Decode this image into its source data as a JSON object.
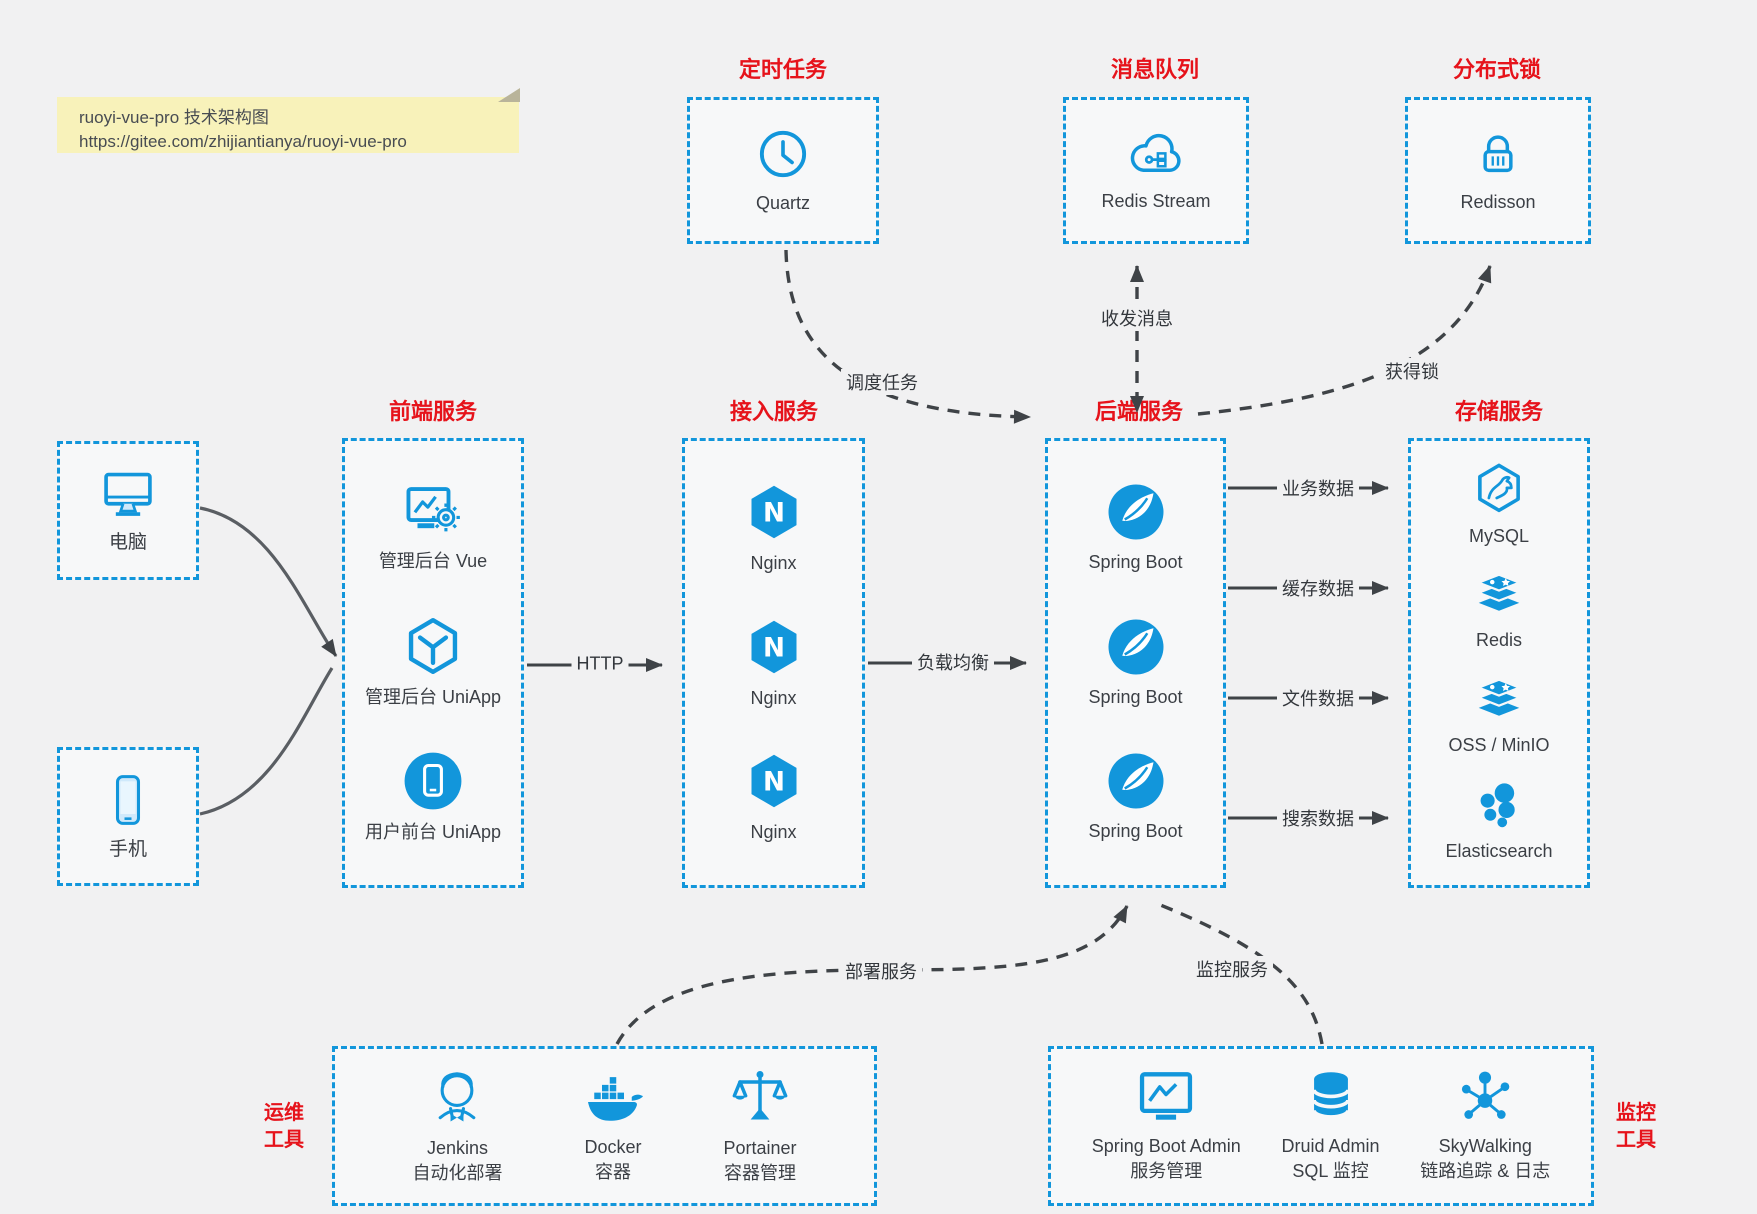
{
  "note": {
    "line1": "ruoyi-vue-pro 技术架构图",
    "line2": "https://gitee.com/zhijiantianya/ruoyi-vue-pro"
  },
  "colors": {
    "accent_blue": "#1296db",
    "title_red": "#e6131b",
    "arrow_gray": "#3f4347",
    "note_yellow": "#f8f2ba"
  },
  "top_services": [
    {
      "title": "定时任务",
      "item": {
        "icon": "clock-icon",
        "label": "Quartz"
      }
    },
    {
      "title": "消息队列",
      "item": {
        "icon": "cloud-stream-icon",
        "label": "Redis Stream"
      }
    },
    {
      "title": "分布式锁",
      "item": {
        "icon": "lock-icon",
        "label": "Redisson"
      }
    }
  ],
  "clients": [
    {
      "icon": "desktop-icon",
      "label": "电脑"
    },
    {
      "icon": "smartphone-icon",
      "label": "手机"
    }
  ],
  "columns": [
    {
      "title": "前端服务",
      "items": [
        {
          "icon": "admin-vue-icon",
          "label": "管理后台 Vue"
        },
        {
          "icon": "uniapp-icon",
          "label": "管理后台 UniApp"
        },
        {
          "icon": "user-app-icon",
          "label": "用户前台 UniApp"
        }
      ]
    },
    {
      "title": "接入服务",
      "items": [
        {
          "icon": "nginx-icon",
          "label": "Nginx"
        },
        {
          "icon": "nginx-icon",
          "label": "Nginx"
        },
        {
          "icon": "nginx-icon",
          "label": "Nginx"
        }
      ]
    },
    {
      "title": "后端服务",
      "items": [
        {
          "icon": "spring-icon",
          "label": "Spring Boot"
        },
        {
          "icon": "spring-icon",
          "label": "Spring Boot"
        },
        {
          "icon": "spring-icon",
          "label": "Spring Boot"
        }
      ]
    },
    {
      "title": "存储服务",
      "items": [
        {
          "icon": "mysql-icon",
          "label": "MySQL"
        },
        {
          "icon": "redis-icon",
          "label": "Redis"
        },
        {
          "icon": "oss-icon",
          "label": "OSS / MinIO"
        },
        {
          "icon": "elasticsearch-icon",
          "label": "Elasticsearch"
        }
      ]
    }
  ],
  "edges": {
    "http": "HTTP",
    "load_balance": "负载均衡",
    "schedule": "调度任务",
    "message": "收发消息",
    "acquire_lock": "获得锁",
    "business_data": "业务数据",
    "cache_data": "缓存数据",
    "file_data": "文件数据",
    "search_data": "搜索数据",
    "deploy": "部署服务",
    "monitor": "监控服务"
  },
  "ops_group": {
    "side_line1": "运维",
    "side_line2": "工具",
    "items": [
      {
        "icon": "jenkins-icon",
        "name": "Jenkins",
        "desc": "自动化部署"
      },
      {
        "icon": "docker-icon",
        "name": "Docker",
        "desc": "容器"
      },
      {
        "icon": "portainer-icon",
        "name": "Portainer",
        "desc": "容器管理"
      }
    ]
  },
  "monitor_group": {
    "side_line1": "监控",
    "side_line2": "工具",
    "items": [
      {
        "icon": "spring-boot-admin-icon",
        "name": "Spring Boot Admin",
        "desc": "服务管理"
      },
      {
        "icon": "druid-icon",
        "name": "Druid Admin",
        "desc": "SQL 监控"
      },
      {
        "icon": "skywalking-icon",
        "name": "SkyWalking",
        "desc": "链路追踪 & 日志"
      }
    ]
  }
}
